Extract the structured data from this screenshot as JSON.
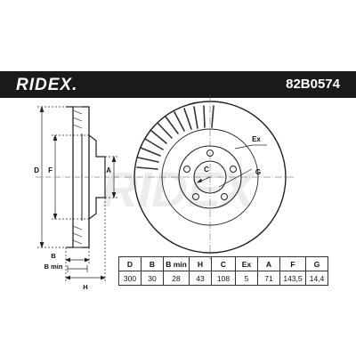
{
  "header": {
    "brand": "RIDEX.",
    "part_number": "82B0574"
  },
  "diagram": {
    "labels": {
      "D": "D",
      "F": "F",
      "A": "A",
      "C": "C",
      "G": "G",
      "Ex": "Ex",
      "B": "B",
      "B_min": "B min",
      "H": "H"
    },
    "watermark": "RIDEX"
  },
  "specs": {
    "headers": [
      "D",
      "B",
      "B min",
      "H",
      "C",
      "Ex",
      "A",
      "F",
      "G"
    ],
    "values": [
      "300",
      "30",
      "28",
      "43",
      "108",
      "5",
      "71",
      "143,5",
      "14,4"
    ]
  }
}
